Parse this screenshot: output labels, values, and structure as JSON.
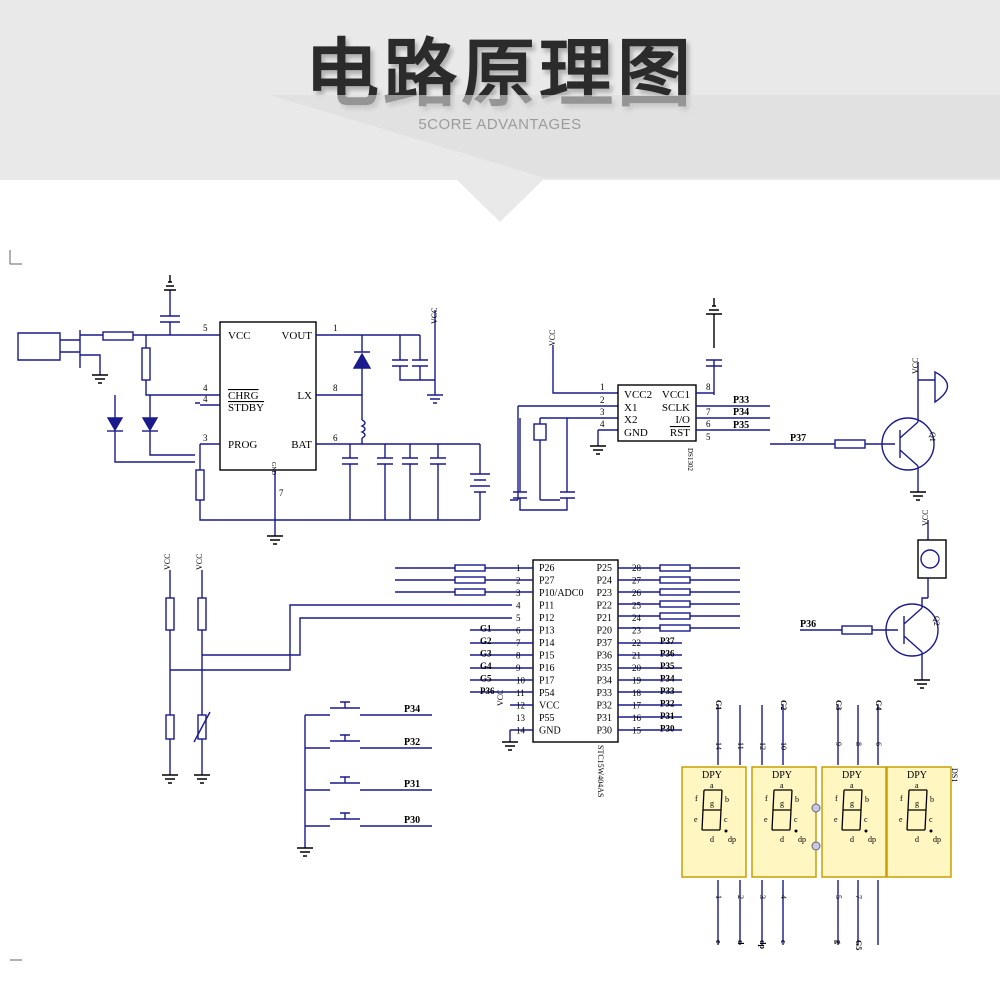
{
  "header": {
    "title": "电路原理图",
    "subtitle": "5CORE ADVANTAGES",
    "background": "#e9e9e9"
  },
  "colors": {
    "wire": "#1a1a8c",
    "ink": "#000000",
    "chip_fill": "#ffffff",
    "display_fill": "#fff6c2",
    "display_border": "#c9a000"
  },
  "u1": {
    "pins_left": [
      "VCC",
      "CHRG",
      "STDBY",
      "PROG"
    ],
    "pins_right": [
      "VOUT",
      "LX",
      "BAT"
    ],
    "gnd": "GND",
    "pin_nums": [
      "5",
      "4",
      "4",
      "3",
      "1",
      "8",
      "6",
      "7"
    ]
  },
  "u2": {
    "pins_left": [
      "VCC2",
      "X1",
      "X2",
      "GND"
    ],
    "pins_right": [
      "VCC1",
      "SCLK",
      "I/O",
      "RST"
    ],
    "name": "DS1302",
    "net_labels": [
      "P33",
      "P34",
      "P35"
    ],
    "pin_nums": [
      "1",
      "2",
      "3",
      "4",
      "8",
      "7",
      "6",
      "5"
    ]
  },
  "u3": {
    "pins_left": [
      "P26",
      "P27",
      "P10/ADC0",
      "P11",
      "P12",
      "P13",
      "P14",
      "P15",
      "P16",
      "P17",
      "P54",
      "VCC",
      "P55",
      "GND"
    ],
    "pins_right": [
      "P25",
      "P24",
      "P23",
      "P22",
      "P21",
      "P20",
      "P37",
      "P36",
      "P35",
      "P34",
      "P33",
      "P32",
      "P31",
      "P30"
    ],
    "pin_left_nums": [
      "1",
      "2",
      "3",
      "4",
      "5",
      "6",
      "7",
      "8",
      "9",
      "10",
      "11",
      "12",
      "13",
      "14"
    ],
    "pin_right_nums": [
      "28",
      "27",
      "26",
      "25",
      "24",
      "23",
      "22",
      "21",
      "20",
      "19",
      "18",
      "17",
      "16",
      "15"
    ],
    "left_nets": [
      "",
      "",
      "",
      "",
      "",
      "G1",
      "G2",
      "G3",
      "G4",
      "G5",
      "P36",
      "",
      "",
      ""
    ],
    "right_nets": [
      "",
      "",
      "",
      "",
      "",
      "",
      "P37",
      "P36",
      "P35",
      "P34",
      "P33",
      "P32",
      "P31",
      "P30"
    ],
    "name": "STC15W404AS"
  },
  "labels": {
    "vcc": "VCC",
    "p37": "P37",
    "p36": "P36",
    "buttons": [
      "P34",
      "P32",
      "P31",
      "P30"
    ],
    "q1": "Q1",
    "q2": "Q2",
    "seg_letters": [
      "a",
      "f",
      "g",
      "b",
      "e",
      "c",
      "d",
      "dp"
    ],
    "dpy": "DPY",
    "ds1": "DS1",
    "seg_top_nets": [
      "G1",
      "G2",
      "G3",
      "G4"
    ],
    "seg_top_pins": [
      "14",
      "11",
      "12",
      "10",
      "9",
      "8",
      "6"
    ],
    "seg_bottom_pins": [
      "1",
      "2",
      "3",
      "4",
      "5",
      "7"
    ],
    "seg_bottom_nets": [
      "e",
      "d",
      "dp",
      "c",
      "g",
      "G5"
    ]
  }
}
